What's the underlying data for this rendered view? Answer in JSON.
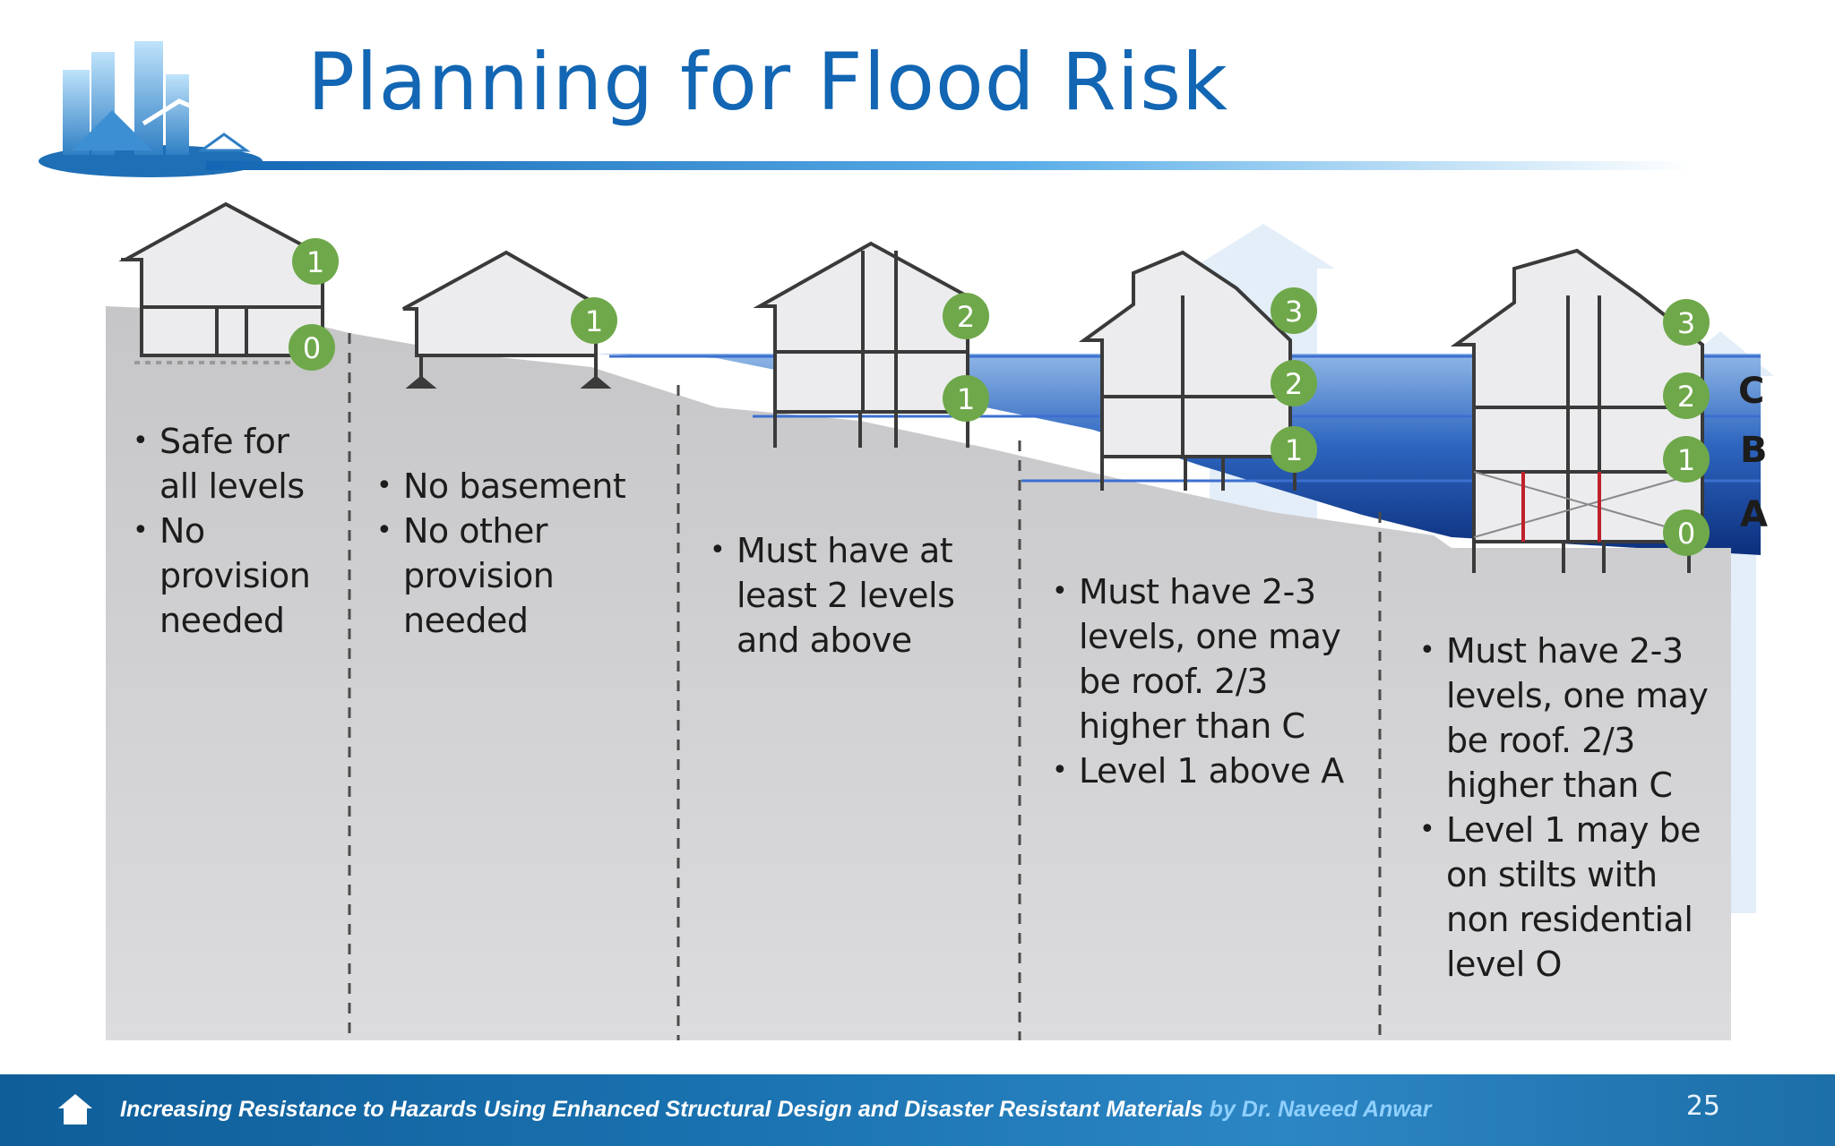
{
  "title": "Planning for Flood Risk",
  "columns": [
    {
      "bullets": [
        "Safe for all levels",
        "No provision needed"
      ],
      "level_badges": [
        "1",
        "0"
      ]
    },
    {
      "bullets": [
        "No basement",
        "No other provision needed"
      ],
      "level_badges": [
        "1"
      ]
    },
    {
      "bullets": [
        "Must have at least 2 levels and above"
      ],
      "level_badges": [
        "2",
        "1"
      ]
    },
    {
      "bullets": [
        "Must have 2-3 levels, one may be roof. 2/3 higher than C",
        "Level 1 above A"
      ],
      "level_badges": [
        "3",
        "2",
        "1"
      ]
    },
    {
      "bullets": [
        "Must have 2-3 levels, one may be roof. 2/3 higher than C",
        "Level 1 may be on stilts with non residential level O"
      ],
      "level_badges": [
        "3",
        "2",
        "1",
        "0"
      ]
    }
  ],
  "flood_levels": [
    "C",
    "B",
    "A"
  ],
  "footer": {
    "text": "Increasing Resistance to Hazards Using Enhanced Structural Design and Disaster Resistant Materials",
    "author": "by Dr. Naveed Anwar",
    "page_number": "25"
  },
  "colors": {
    "title": "#1266b3",
    "badge": "#6fa84a",
    "water": "#1f5fb8",
    "ground": "#cfcfd1",
    "footer": "#1a72b0"
  },
  "icons": {
    "logo": "city-skyline-logo",
    "home": "home-icon"
  }
}
